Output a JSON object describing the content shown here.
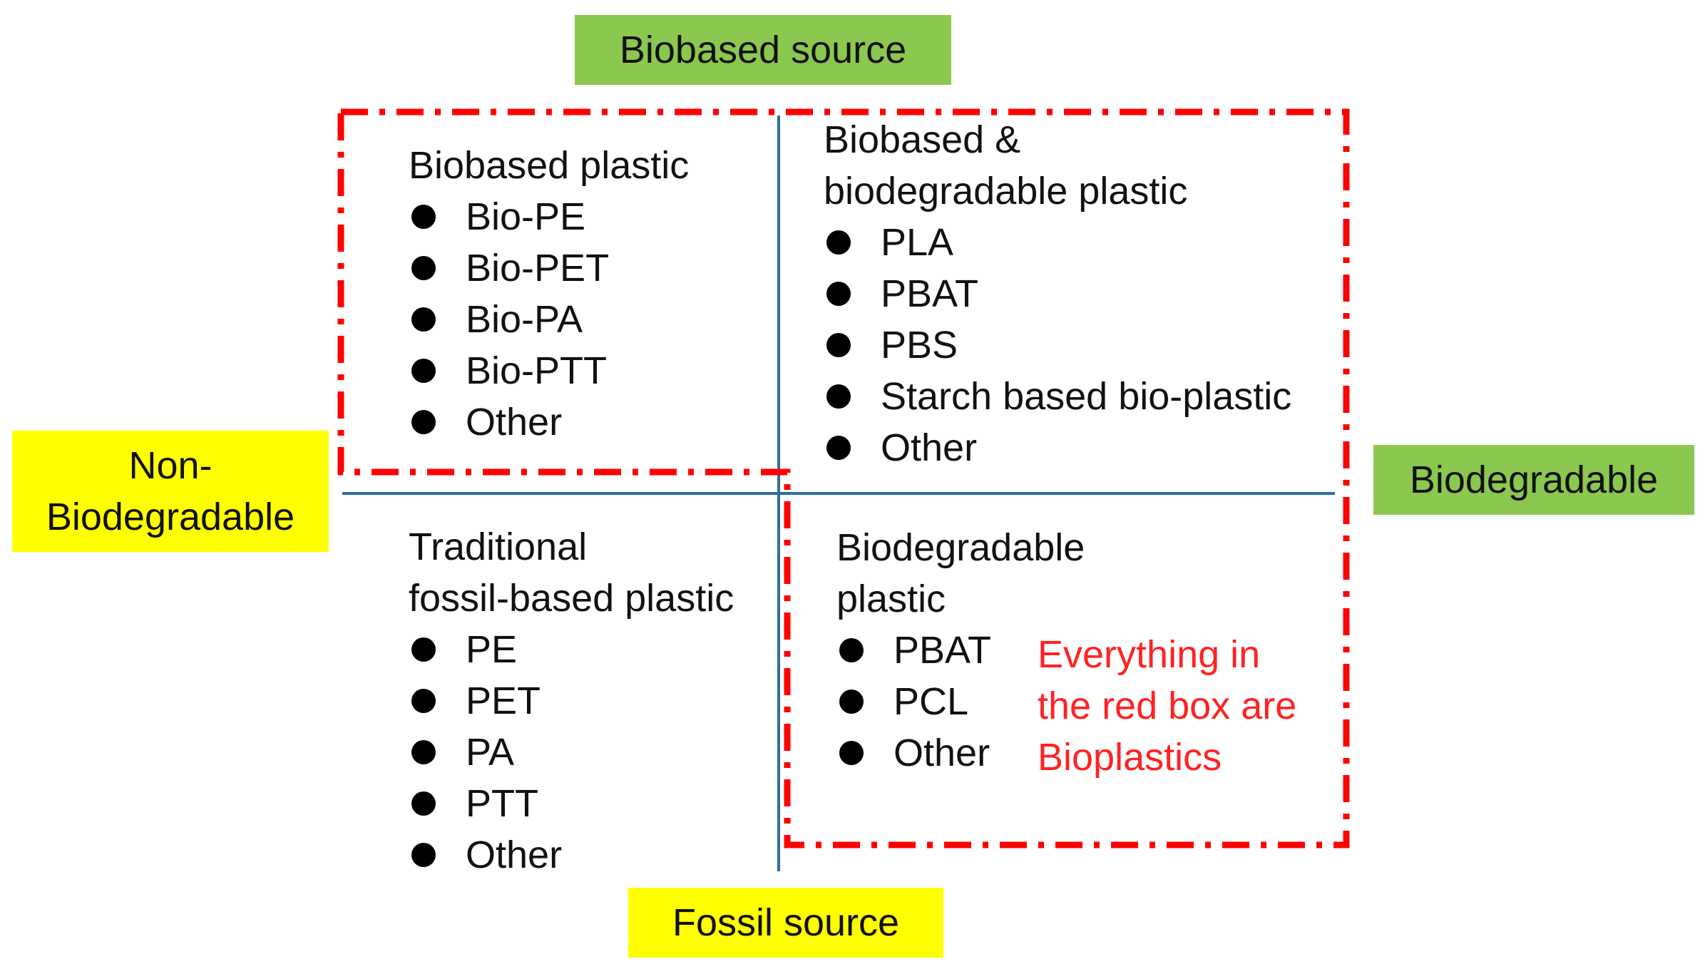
{
  "axes": {
    "top": "Biobased source",
    "bottom": "Fossil source",
    "left": "Non-\nBiodegradable",
    "right": "Biodegradable"
  },
  "quadrants": {
    "top_left": {
      "title": "Biobased plastic",
      "items": [
        "Bio-PE",
        "Bio-PET",
        "Bio-PA",
        "Bio-PTT",
        "Other"
      ]
    },
    "top_right": {
      "title": "Biobased &\nbiodegradable plastic",
      "items": [
        "PLA",
        "PBAT",
        "PBS",
        "Starch based bio-plastic",
        "Other"
      ]
    },
    "bottom_left": {
      "title": "Traditional\nfossil-based plastic",
      "items": [
        "PE",
        "PET",
        "PA",
        "PTT",
        "Other"
      ]
    },
    "bottom_right": {
      "title": "Biodegradable\nplastic",
      "items": [
        "PBAT",
        "PCL",
        "Other"
      ]
    }
  },
  "note": "Everything in\nthe red box are\nBioplastics",
  "colors": {
    "green_box": "#8bc84f",
    "yellow_box": "#ffff00",
    "red_dash": "#ff0000",
    "axis_line": "#2e6f9e",
    "note_text": "#ff2222"
  }
}
